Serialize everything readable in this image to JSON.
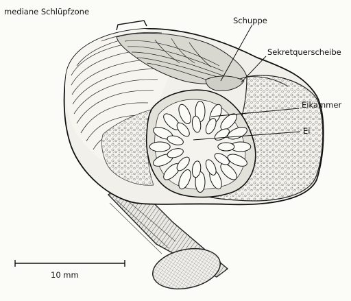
{
  "labels": {
    "hatch_zone": "mediane Schlüpfzone",
    "scale": "Schuppe",
    "secretion_disc": "Sekretquerscheibe",
    "egg_chamber": "Eikammer",
    "egg": "Ei"
  },
  "scale_bar": {
    "text": "10 mm"
  }
}
